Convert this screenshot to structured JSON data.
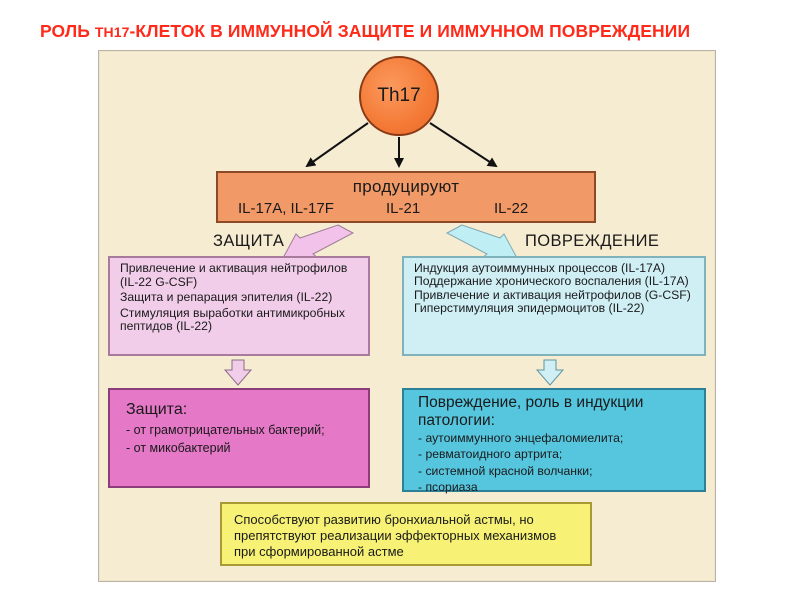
{
  "title": {
    "prefix": "РОЛЬ ",
    "th": "TH17",
    "rest": "-КЛЕТОК В ИММУННОЙ ЗАЩИТЕ И ИММУННОМ ПОВРЕЖДЕНИИ"
  },
  "diagram": {
    "center_node": "Th17",
    "produce": {
      "label": "продуцируют",
      "cytokines": [
        "IL-17A, IL-17F",
        "IL-21",
        "IL-22"
      ]
    },
    "protection": {
      "label": "ЗАЩИТА",
      "items": [
        "Привлечение и активация нейтрофилов (IL-22 G-CSF)",
        "Защита и репарация эпителия (IL-22)",
        "Стимуляция выработки антимикробных пептидов (IL-22)"
      ],
      "result_title": "Защита:",
      "result_items": [
        "- от грамотрицательных бактерий;",
        "- от микобактерий"
      ]
    },
    "damage": {
      "label": "ПОВРЕЖДЕНИЕ",
      "items": [
        "Индукция аутоиммунных процессов (IL-17A)",
        "Поддержание хронического воспаления (IL-17A)",
        "Привлечение и активация нейтрофилов (G-CSF)",
        "Гиперстимуляция эпидермоцитов (IL-22)"
      ],
      "result_title": "Повреждение, роль в индукции патологии:",
      "result_items": [
        "- аутоиммунного энцефаломиелита;",
        "- ревматоидного артрита;",
        "- системной красной волчанки;",
        "- псориаза"
      ]
    },
    "asthma_note": "Способствуют развитию бронхиальной астмы, но препятствуют реализации эффекторных механизмов при сформированной астме"
  },
  "colors": {
    "title": "#ff2a1a",
    "center_node": "#f47a36",
    "produce_box": "#f29a67",
    "protection_box": "#f1cde9",
    "protection_result": "#e678c8",
    "damage_box": "#cfeff5",
    "damage_result": "#56c6df",
    "asthma_box": "#f7f276"
  }
}
